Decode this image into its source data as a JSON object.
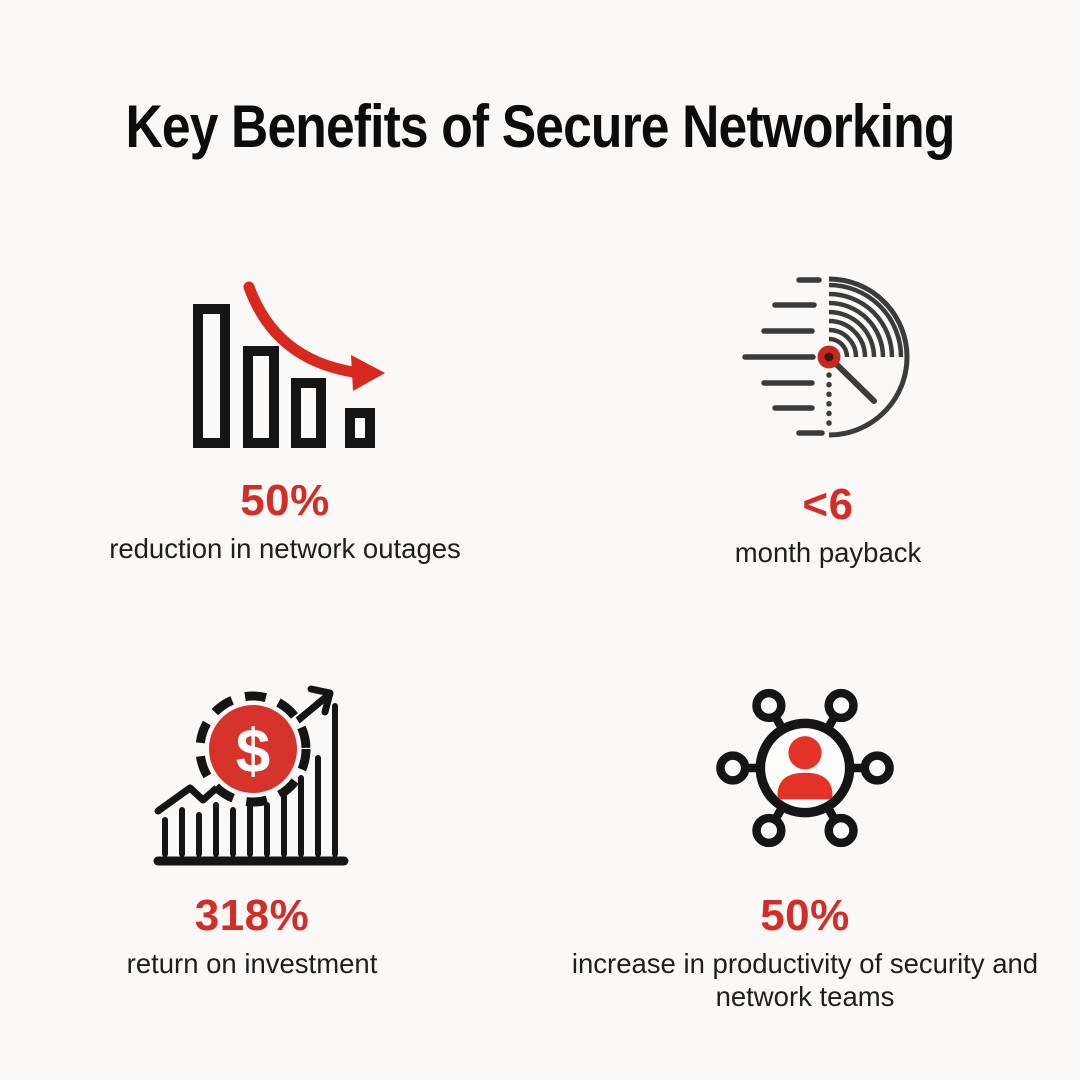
{
  "title": "Key Benefits of Secure Networking",
  "colors": {
    "background": "#faf9f7",
    "accent_red": "#d22d26",
    "icon_red": "#d8342b",
    "person_red": "#e5332a",
    "icon_black": "#151515",
    "icon_gray": "#3b3b3b"
  },
  "stats": [
    {
      "icon": "declining-bar-chart-icon",
      "value": "50%",
      "label": "reduction in network outages"
    },
    {
      "icon": "payback-speed-dial-icon",
      "value": "<6",
      "label": "month payback"
    },
    {
      "icon": "roi-dollar-growth-icon",
      "value": "318%",
      "label": "return on investment",
      "symbol": "$"
    },
    {
      "icon": "team-network-icon",
      "value": "50%",
      "label": "increase in productivity of security and network teams"
    }
  ]
}
